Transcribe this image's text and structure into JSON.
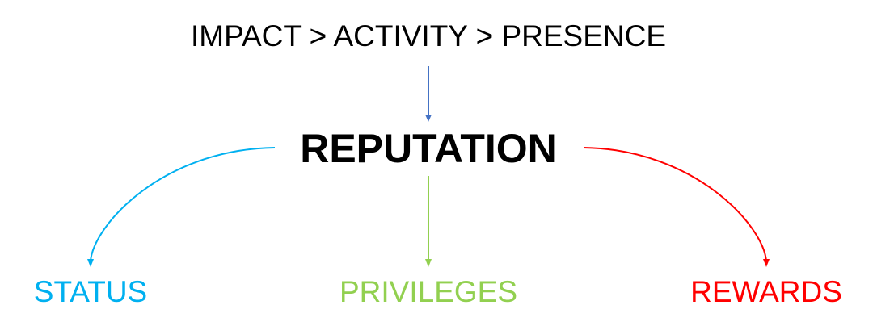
{
  "header": {
    "text": "IMPACT > ACTIVITY > PRESENCE"
  },
  "center": {
    "text": "REPUTATION"
  },
  "outcomes": [
    {
      "label": "STATUS",
      "color": "#00b0f0"
    },
    {
      "label": "PRIVILEGES",
      "color": "#92d050"
    },
    {
      "label": "REWARDS",
      "color": "#ff0000"
    }
  ],
  "colors": {
    "input_arrow": "#4472c4"
  }
}
